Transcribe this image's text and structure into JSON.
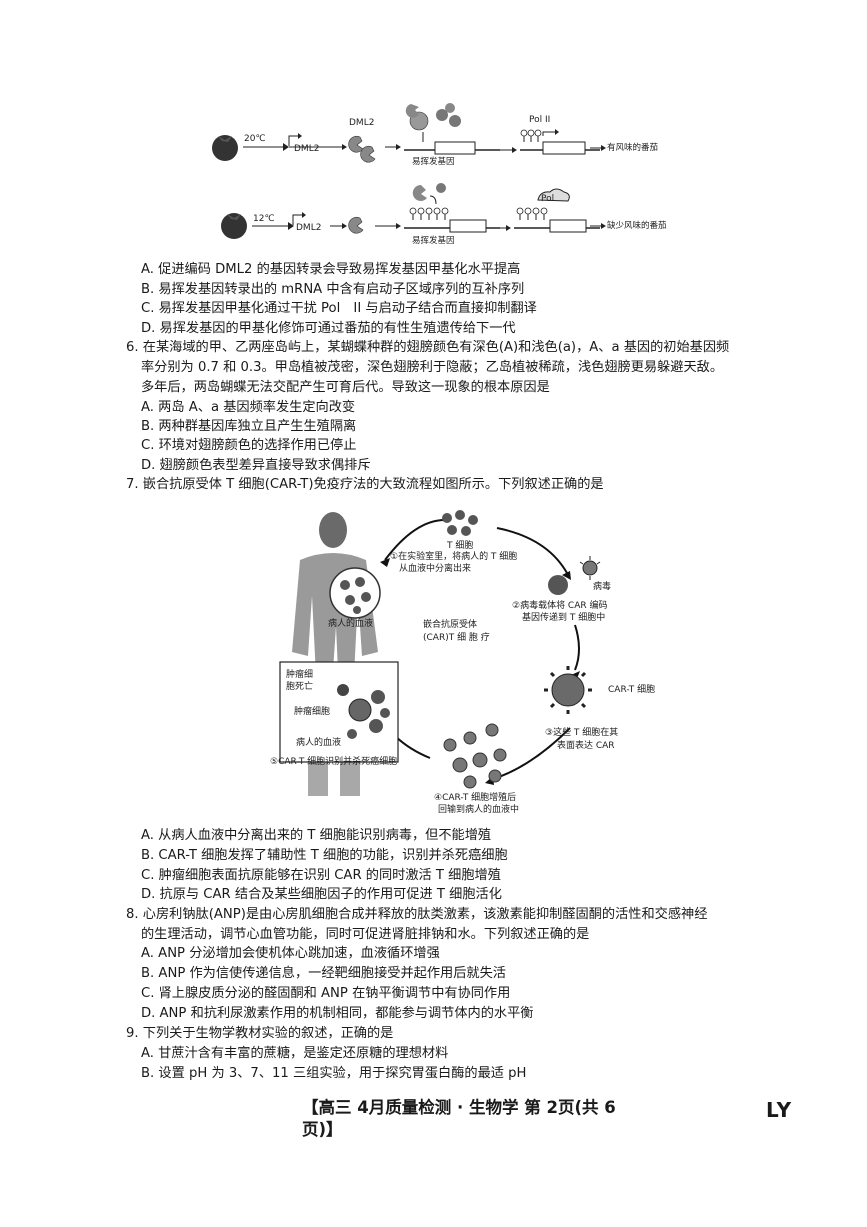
{
  "fig1": {
    "row1": {
      "temp": "20℃",
      "gene": "DML2",
      "protein": "DML2",
      "target": "易挥发基因",
      "pol": "Pol II",
      "result": "有风味的番茄"
    },
    "row2": {
      "temp": "12℃",
      "gene": "DML2",
      "target": "易挥发基因",
      "pol": "Pol",
      "result": "缺少风味的番茄"
    }
  },
  "q5_options": [
    "A. 促进编码 DML2 的基因转录会导致易挥发基因甲基化水平提高",
    "B. 易挥发基因转录出的 mRNA 中含有启动子区域序列的互补序列",
    "C. 易挥发基因甲基化通过干扰 Pol　II 与启动子结合而直接抑制翻译",
    "D. 易挥发基因的甲基化修饰可通过番茄的有性生殖遗传给下一代"
  ],
  "q6": {
    "lines": [
      "6. 在某海域的甲、乙两座岛屿上，某蝴蝶种群的翅膀颜色有深色(A)和浅色(a)，A、a 基因的初始基因频",
      "率分别为 0.7 和 0.3。甲岛植被茂密，深色翅膀利于隐蔽；乙岛植被稀疏，浅色翅膀更易躲避天敌。",
      "多年后，两岛蝴蝶无法交配产生可育后代。导致这一现象的根本原因是"
    ],
    "options": [
      "A. 两岛 A、a 基因频率发生定向改变",
      "B. 两种群基因库独立且产生生殖隔离",
      "C. 环境对翅膀颜色的选择作用已停止",
      "D. 翅膀颜色表型差异直接导致求偶排斥"
    ]
  },
  "q7": {
    "stem": "7. 嵌合抗原受体 T 细胞(CAR-T)免疫疗法的大致流程如图所示。下列叙述正确的是",
    "fig": {
      "t_cell": "T 细胞",
      "step1_a": "①在实验室里，将病人的 T 细胞",
      "step1_b": "从血液中分离出来",
      "virus": "病毒",
      "step2_a": "②病毒载体将 CAR 编码",
      "step2_b": "基因传递到 T 细胞中",
      "center_a": "嵌合抗原受体",
      "center_b": "(CAR)T 细 胞 疗",
      "blood_top": "病人的血液",
      "cart": "CAR-T 细胞",
      "step3_a": "③这些 T 细胞在其",
      "step3_b": "表面表达 CAR",
      "step4_a": "④CAR-T 细胞增殖后",
      "step4_b": "回输到病人的血液中",
      "tumor_death_a": "肿瘤细",
      "tumor_death_b": "胞死亡",
      "tumor_cell": "肿瘤细胞",
      "blood_box": "病人的血液",
      "step5": "⑤CAR-T 细胞识别并杀死癌细胞"
    },
    "options": [
      "A. 从病人血液中分离出来的 T 细胞能识别病毒，但不能增殖",
      "B.  CAR-T 细胞发挥了辅助性 T 细胞的功能，识别并杀死癌细胞",
      "C. 肿瘤细胞表面抗原能够在识别 CAR 的同时激活 T 细胞增殖",
      "D. 抗原与 CAR 结合及某些细胞因子的作用可促进 T 细胞活化"
    ]
  },
  "q8": {
    "lines": [
      "8. 心房利钠肽(ANP)是由心房肌细胞合成并释放的肽类激素，该激素能抑制醛固酮的活性和交感神经",
      "的生理活动，调节心血管功能，同时可促进肾脏排钠和水。下列叙述正确的是"
    ],
    "options": [
      "A.  ANP 分泌增加会使机体心跳加速，血液循环增强",
      "B.  ANP 作为信使传递信息，一经靶细胞接受并起作用后就失活",
      "C. 肾上腺皮质分泌的醛固酮和 ANP 在钠平衡调节中有协同作用",
      "D.  ANP 和抗利尿激素作用的机制相同，都能参与调节体内的水平衡"
    ]
  },
  "q9": {
    "stem": "9. 下列关于生物学教材实验的叙述，正确的是",
    "options": [
      "A. 甘蔗汁含有丰富的蔗糖，是鉴定还原糖的理想材料",
      "B. 设置 pH 为 3、7、11 三组实验，用于探究胃蛋白酶的最适 pH"
    ]
  },
  "footer": {
    "line1": "【高三 4月质量检测 · 生物学  第 2页(共 6",
    "line2": "页)】",
    "tag": "LY"
  }
}
